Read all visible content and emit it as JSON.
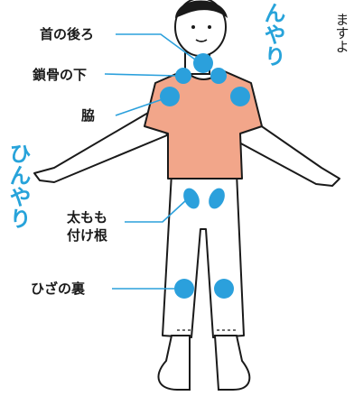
{
  "labels": {
    "neck_back": "首の後ろ",
    "collarbone": "鎖骨の下",
    "armpit": "脇",
    "thigh_line1": "太もも",
    "thigh_line2": "付け根",
    "knee_back": "ひざの裏"
  },
  "side_text": {
    "right_top": "んやり",
    "left": "ひんやり",
    "right_edge": "ますよ"
  },
  "colors": {
    "spot": "#2ba0dc",
    "accent_text": "#27a3da",
    "shirt": "#f2a68a",
    "line": "#2ba0dc",
    "outline": "#1a1a1a"
  }
}
